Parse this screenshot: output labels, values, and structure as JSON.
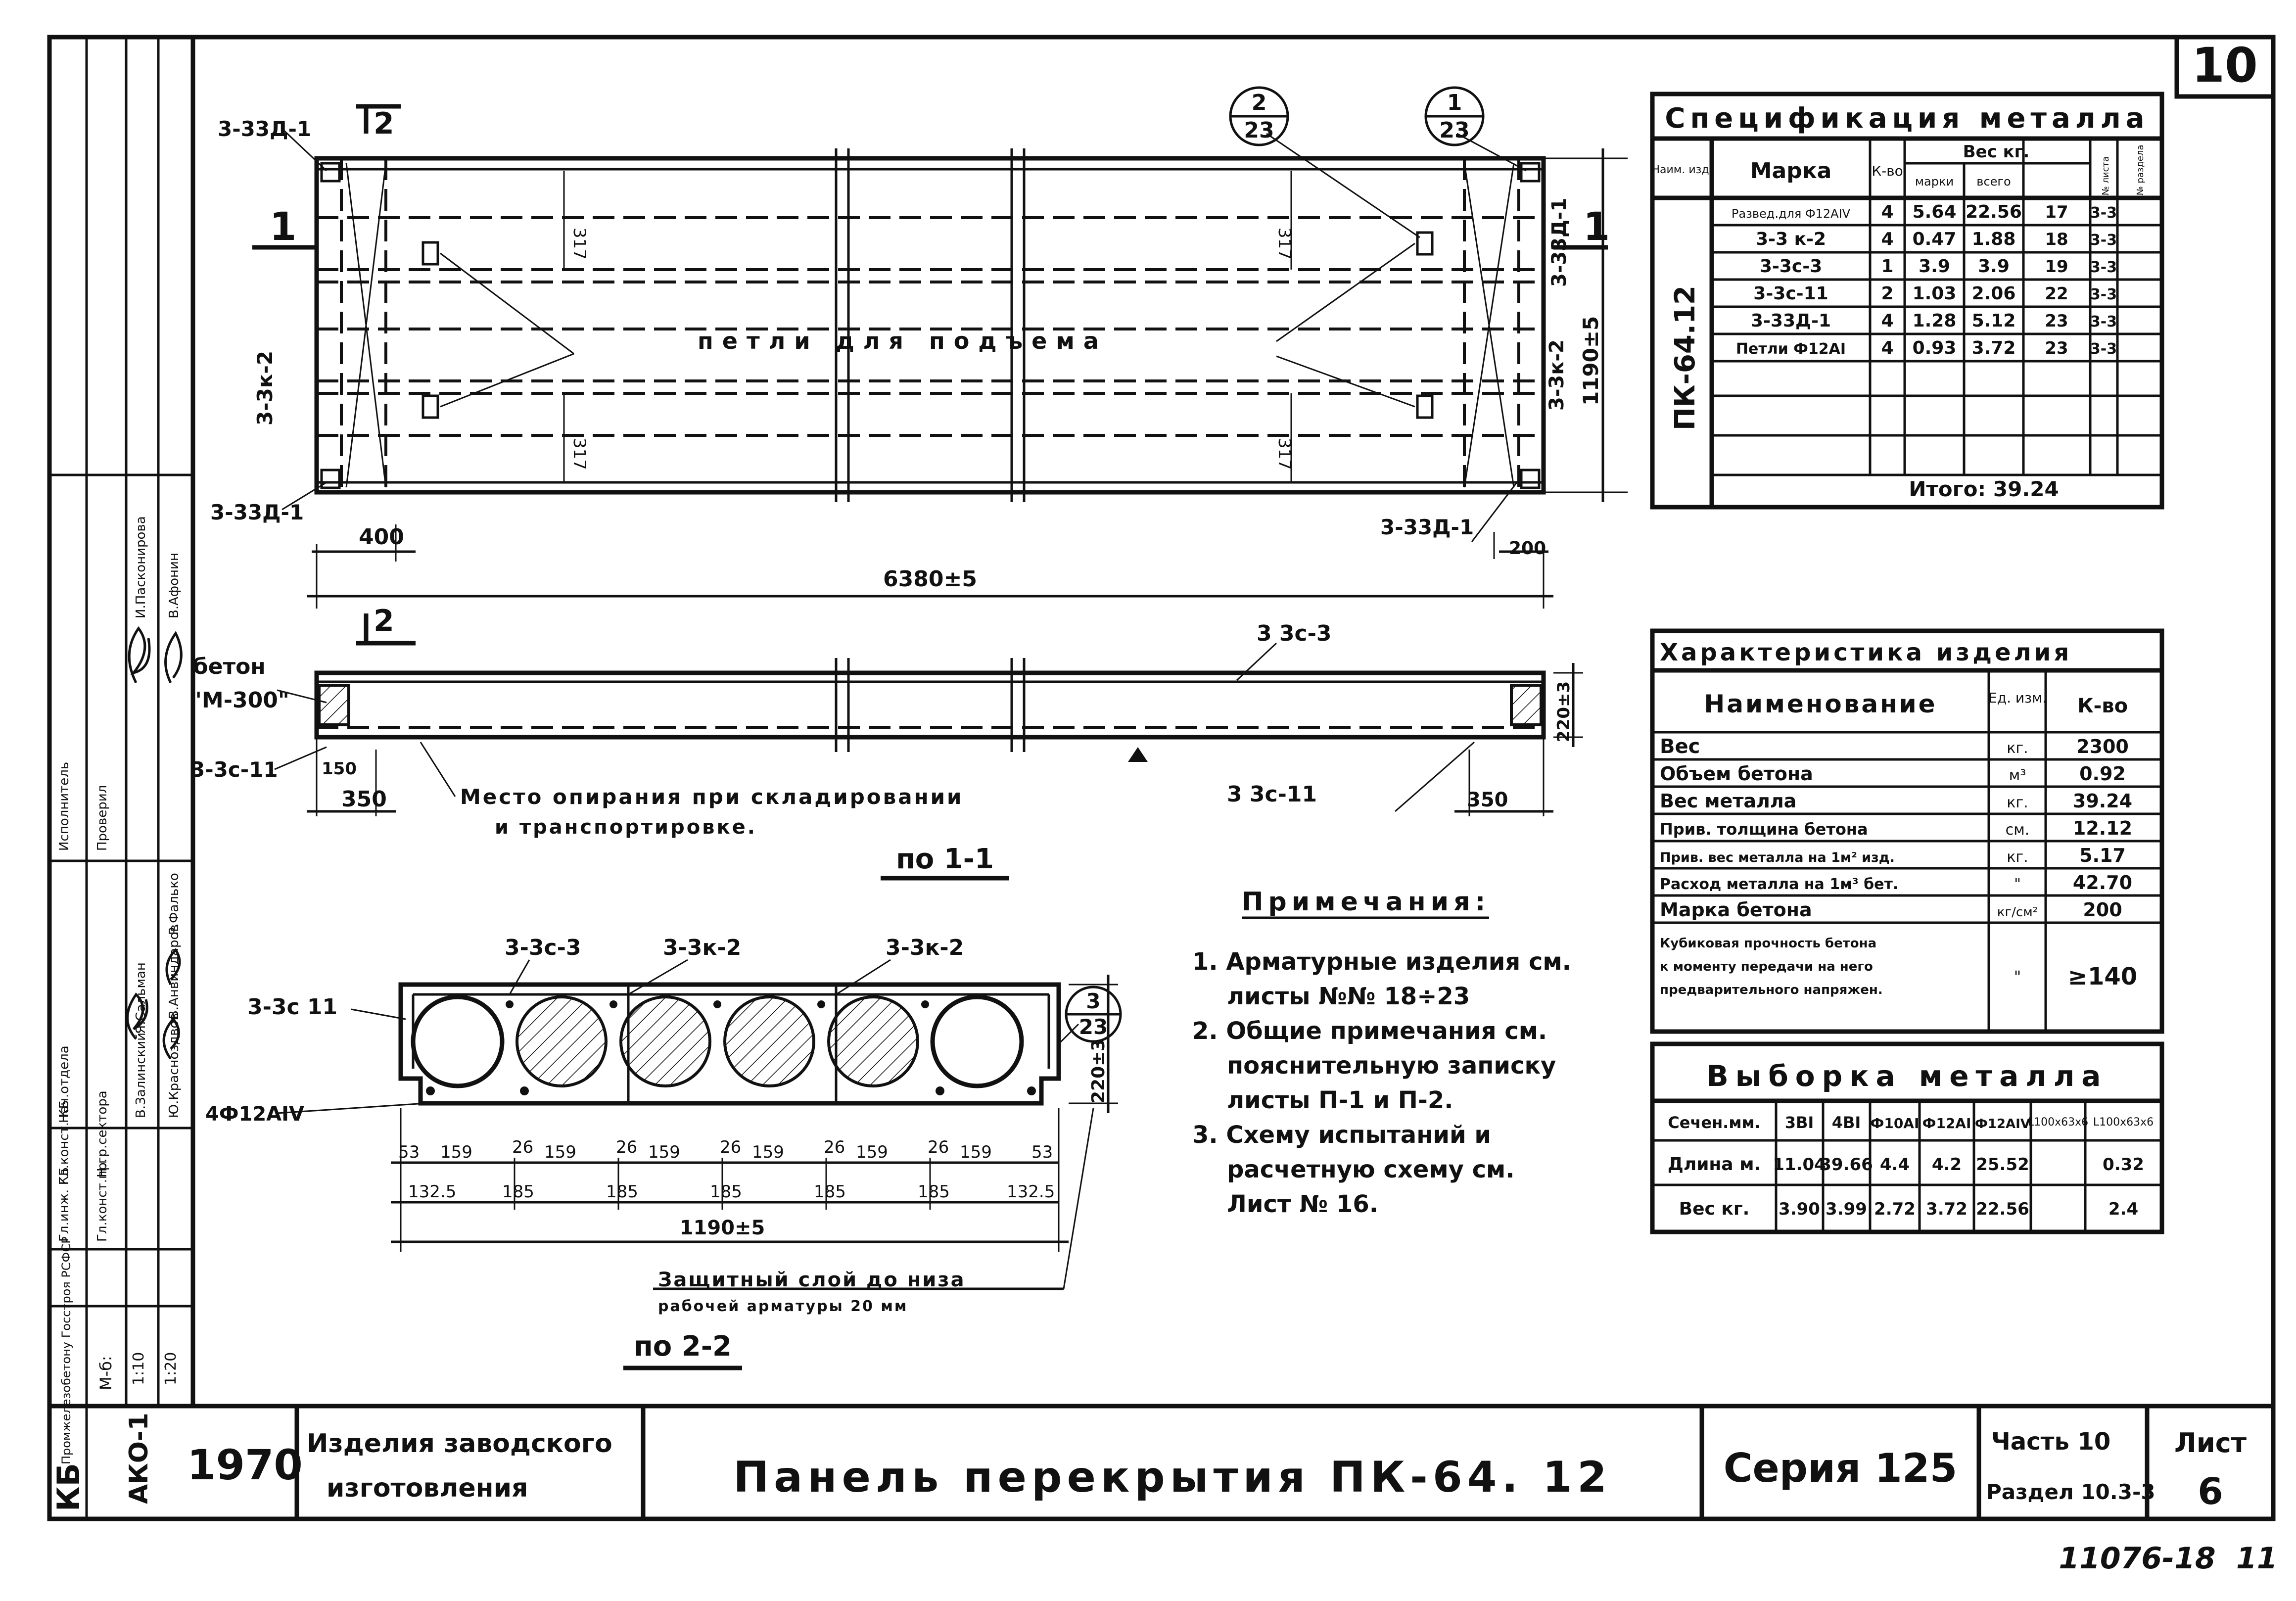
{
  "sheet": {
    "sheet_no_top": "10",
    "year": "1970",
    "title_left": [
      "Изделия заводского",
      "изготовления"
    ],
    "main_title": "Панель перекрытия ПК-64. 12",
    "series": "Серия 125",
    "part": "Часть 10",
    "section": "Раздел 10.3-3",
    "list_label": "Лист",
    "list_no": "6",
    "footer_code": "11076-18",
    "footer_mark": "11",
    "org": "Промжелезобетону Госстроя РСФСР",
    "org_short": "КБ",
    "album": "АКО-1",
    "scale_label": "М-б:",
    "scales": [
      "1:10",
      "1:20"
    ],
    "roles": [
      "Гл.инж. КБ",
      "Гл.конст. КБ",
      "Нач.отдела",
      "Гл.конст.пр.",
      "Н.гр.сектора",
      "Исполнитель",
      "Проверил"
    ],
    "names": [
      "В.Залинский",
      "Я.Сальман",
      "Ю.Красноздвов",
      "В.Анвиндаров",
      "Р.Фалько",
      "И.Пасконирова",
      "В.Афонин"
    ]
  },
  "plan": {
    "marks_tl": "3-33Д-1",
    "marks_bl": "3-33Д-1",
    "mark_left": "3-3к-2",
    "mark_right1": "3-33Д-1",
    "mark_right2": "3-3к-2",
    "mark_br": "3-33Д-1",
    "cut1": "1",
    "cut2": "2",
    "loops_label": "петли для подъема",
    "dim_317": "317",
    "dim_400": "400",
    "dim_200": "200",
    "dim_length": "6380±5",
    "dim_width": "1190±5",
    "callout_a_top": "2",
    "callout_a_bot": "23",
    "callout_b_top": "1",
    "callout_b_bot": "23"
  },
  "section11": {
    "concrete": [
      "бетон",
      "\"М-300\""
    ],
    "mark_top": "3 3с-3",
    "mark_left": "3-3с-11",
    "mark_right": "3 3с-11",
    "dim_150": "150",
    "dim_350": "350",
    "height": "220±3",
    "support_note": [
      "Место опирания при складировании",
      "и транспортировке."
    ],
    "label": "по 1-1"
  },
  "section22": {
    "mark_a": "3-3с-3",
    "mark_b": "3-3к-2",
    "mark_c": "3-3к-2",
    "mark_left": "3-3с 11",
    "rebar": "4Ф12АIV",
    "callout_top": "3",
    "callout_bot": "23",
    "height": "220±3",
    "top_dims": [
      "53",
      "159",
      "26",
      "159",
      "26",
      "159",
      "26",
      "159",
      "26",
      "159",
      "26",
      "159",
      "53"
    ],
    "bottom_dims": [
      "132.5",
      "185",
      "185",
      "185",
      "185",
      "185",
      "132.5"
    ],
    "width": "1190±5",
    "cover_note": [
      "Защитный слой до низа",
      "рабочей арматуры 20 мм"
    ],
    "label": "по 2-2"
  },
  "notes": {
    "title": "Примечания:",
    "items": [
      [
        "1. Арматурные изделия см.",
        "листы №№ 18÷23"
      ],
      [
        "2. Общие примечания см.",
        "пояснительную записку",
        "листы П-1 и П-2."
      ],
      [
        "3. Схему испытаний и",
        "расчетную схему см.",
        "Лист № 16."
      ]
    ]
  },
  "spec": {
    "title": "Спецификация металла",
    "col_izd": "Наим. изд.",
    "col_mark": "Марка",
    "col_qty": "К-во",
    "col_weight": "Вес кг.",
    "col_w1": "марки",
    "col_w2": "всего",
    "col_list": "№ листа",
    "col_razd": "№ раздела",
    "product": "ПК-64.12",
    "rows": [
      [
        "Развед.для Ф12АIV",
        "4",
        "5.64",
        "22.56",
        "17",
        "3-3"
      ],
      [
        "3-3 к-2",
        "4",
        "0.47",
        "1.88",
        "18",
        "3-3"
      ],
      [
        "3-3с-3",
        "1",
        "3.9",
        "3.9",
        "19",
        "3-3"
      ],
      [
        "3-3с-11",
        "2",
        "1.03",
        "2.06",
        "22",
        "3-3"
      ],
      [
        "3-33Д-1",
        "4",
        "1.28",
        "5.12",
        "23",
        "3-3"
      ],
      [
        "Петли Ф12АI",
        "4",
        "0.93",
        "3.72",
        "23",
        "3-3"
      ]
    ],
    "total": "Итого: 39.24"
  },
  "char": {
    "title": "Характеристика изделия",
    "col_name": "Наименование",
    "col_unit": "Ед. изм.",
    "col_qty": "К-во",
    "rows": [
      [
        "Вес",
        "кг.",
        "2300"
      ],
      [
        "Объем бетона",
        "м³",
        "0.92"
      ],
      [
        "Вес металла",
        "кг.",
        "39.24"
      ],
      [
        "Прив. толщина бетона",
        "см.",
        "12.12"
      ],
      [
        "Прив. вес металла на 1м² изд.",
        "кг.",
        "5.17"
      ],
      [
        "Расход металла на 1м³ бет.",
        "\"",
        "42.70"
      ],
      [
        "Марка бетона",
        "кг/см²",
        "200"
      ]
    ],
    "last_lines": [
      "Кубиковая прочность бетона",
      "к моменту передачи на него",
      "предварительного напряжен."
    ],
    "last_unit": "\"",
    "last_value": "≥140"
  },
  "vyb": {
    "title": "Выборка металла",
    "headers": [
      "Сечен.мм.",
      "3ВI",
      "4ВI",
      "Ф10АI",
      "Ф12АI",
      "Ф12АIV",
      "L100х63х6"
    ],
    "rows": [
      [
        "Длина м.",
        "11.04",
        "39.66",
        "4.4",
        "4.2",
        "25.52",
        "0.32"
      ],
      [
        "Вес кг.",
        "3.90",
        "3.99",
        "2.72",
        "3.72",
        "22.56",
        "2.4"
      ]
    ]
  }
}
